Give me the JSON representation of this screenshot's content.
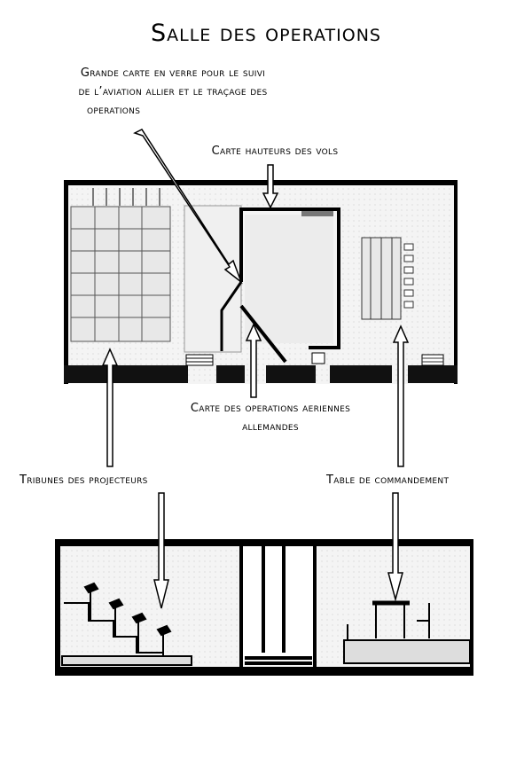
{
  "title": "Salle des operations",
  "labels": {
    "glass_map": [
      "Grande carte en verre pour le suivi",
      "de l’aviation allier et le traçage des",
      "operations"
    ],
    "flight_heights": "Carte hauteurs des vols",
    "german_ops": [
      "Carte des operations aeriennes",
      "allemandes"
    ],
    "projectors": "Tribunes des projecteurs",
    "command_table": "Table de commandement"
  }
}
